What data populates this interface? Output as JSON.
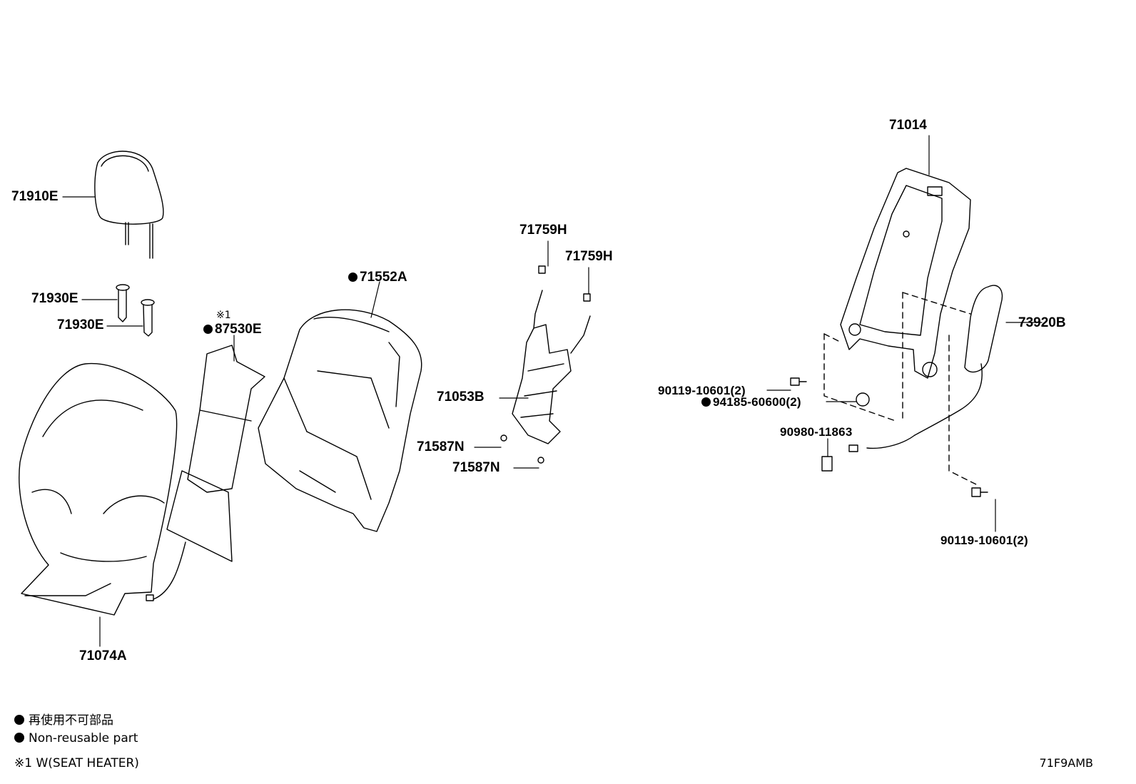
{
  "parts": {
    "p71910E": "71910E",
    "p71930E_a": "71930E",
    "p71930E_b": "71930E",
    "p87530E_note": "※1",
    "p87530E": "87530E",
    "p71552A": "71552A",
    "p71074A": "71074A",
    "p71759H_a": "71759H",
    "p71759H_b": "71759H",
    "p71053B": "71053B",
    "p71587N_a": "71587N",
    "p71587N_b": "71587N",
    "p71014": "71014",
    "p73920B": "73920B",
    "p90119_a": "90119-10601(2)",
    "p94185": "94185-60600(2)",
    "p90980": "90980-11863",
    "p90119_b": "90119-10601(2)"
  },
  "legend": {
    "jp": "再使用不可部品",
    "en": "Non-reusable part",
    "note1": "※1 W(SEAT HEATER)"
  },
  "diagram_code": "71F9AMB"
}
